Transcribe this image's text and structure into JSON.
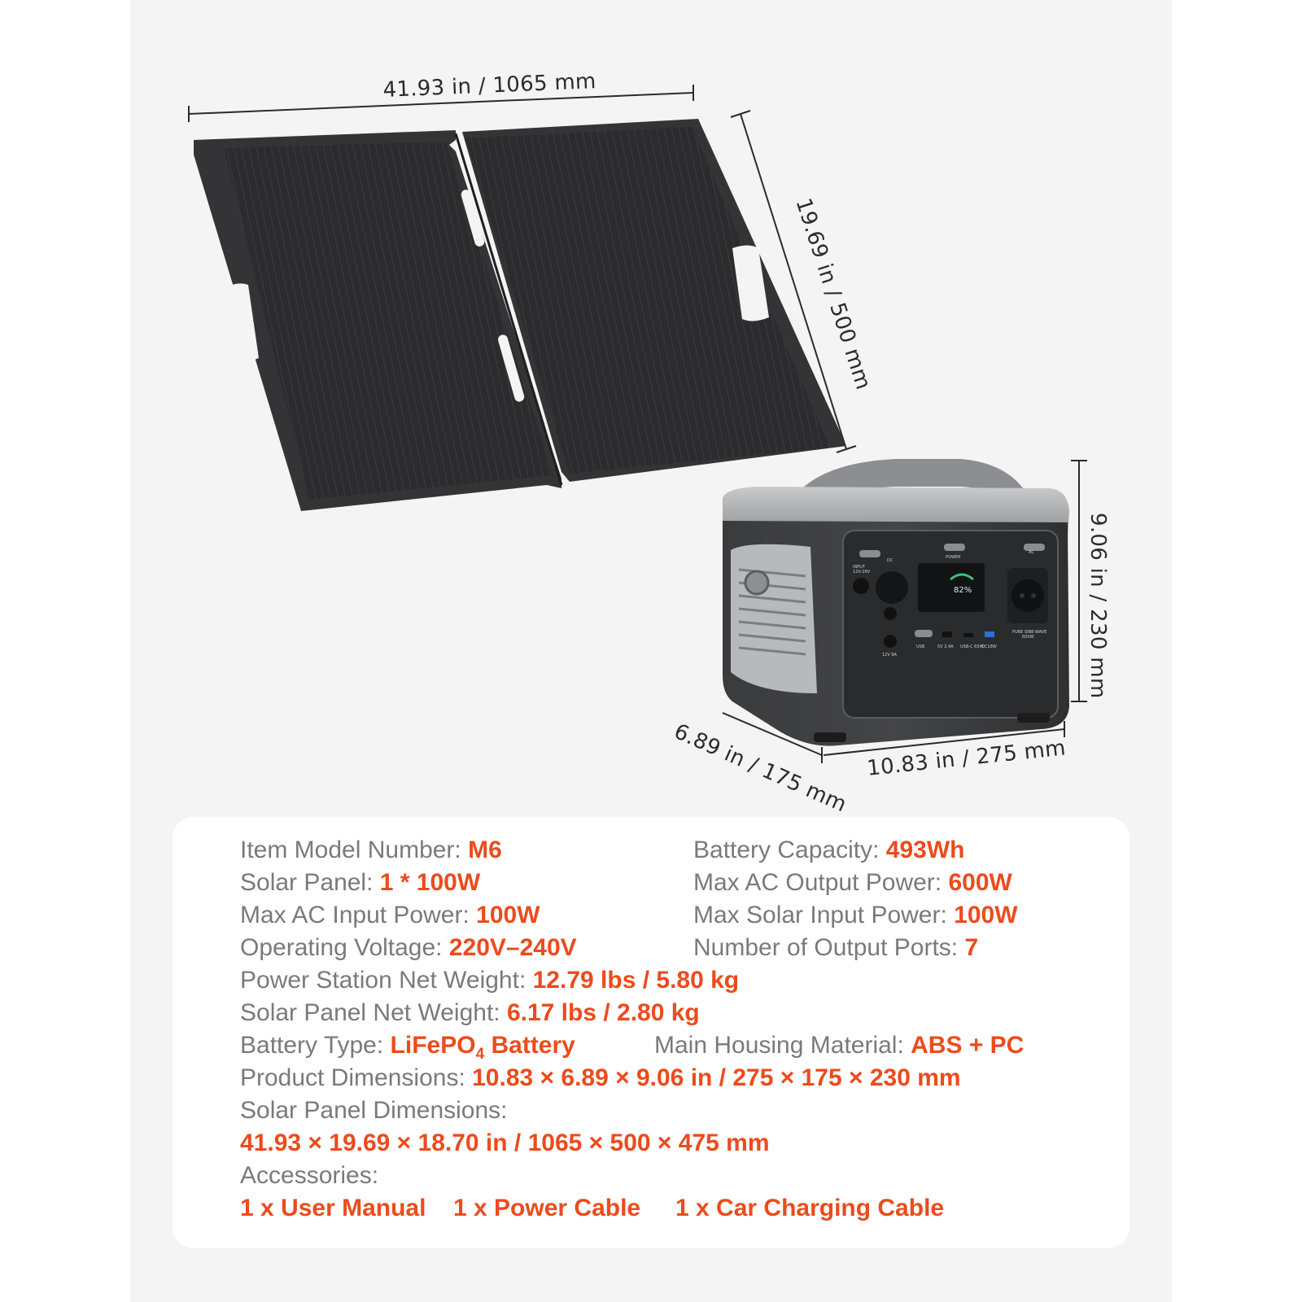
{
  "dimensions": {
    "panel_width": "41.93 in / 1065 mm",
    "panel_height": "19.69 in / 500 mm",
    "station_height": "9.06 in / 230 mm",
    "station_depth": "6.89 in / 175 mm",
    "station_width": "10.83 in / 275 mm"
  },
  "device_labels": {
    "input": "INPUT",
    "input_range": "12V-28V",
    "dc": "DC",
    "power": "POWER",
    "ac": "AC",
    "battery_pct": "82%",
    "usb": "USB",
    "usb_a": "5V 2.4A",
    "usb_c": "USB-C 65W",
    "qc": "QC18W",
    "dc_out": "12V 8A",
    "ac_rating_1": "PURE SINE-WAVE",
    "ac_rating_2": "600W"
  },
  "specs": {
    "model_label": "Item Model Number: ",
    "model_value": "M6",
    "capacity_label": "Battery Capacity: ",
    "capacity_value": "493Wh",
    "solar_label": "Solar Panel: ",
    "solar_value": "1 * 100W",
    "max_ac_out_label": "Max AC Output Power: ",
    "max_ac_out_value": "600W",
    "max_ac_in_label": "Max AC Input Power: ",
    "max_ac_in_value": "100W",
    "max_solar_in_label": "Max Solar Input Power: ",
    "max_solar_in_value": "100W",
    "voltage_label": "Operating Voltage: ",
    "voltage_value": "220V–240V",
    "ports_label": "Number of Output Ports: ",
    "ports_value": "7",
    "station_weight_label": "Power Station Net Weight: ",
    "station_weight_value": "12.79 lbs / 5.80 kg",
    "panel_weight_label": "Solar Panel Net Weight: ",
    "panel_weight_value": "6.17 lbs / 2.80 kg",
    "battery_type_label": "Battery Type: ",
    "battery_type_value_pre": "LiFePO",
    "battery_type_value_sub": "4",
    "battery_type_value_post": " Battery",
    "housing_label": "Main Housing Material: ",
    "housing_value": "ABS + PC",
    "product_dim_label": "Product Dimensions: ",
    "product_dim_value": "10.83 × 6.89 × 9.06 in / 275 × 175 × 230 mm",
    "panel_dim_label": "Solar Panel Dimensions:",
    "panel_dim_value": "41.93 × 19.69 × 18.70 in / 1065 × 500 × 475 mm",
    "accessories_label": "Accessories:",
    "accessories": [
      "1 x User Manual",
      "1 x  Power Cable",
      "1 x Car Charging Cable"
    ]
  },
  "colors": {
    "accent": "#ec4b1c",
    "label_gray": "#7a7a7a",
    "panel_dark": "#2f2f31",
    "background": "#f4f4f4"
  }
}
